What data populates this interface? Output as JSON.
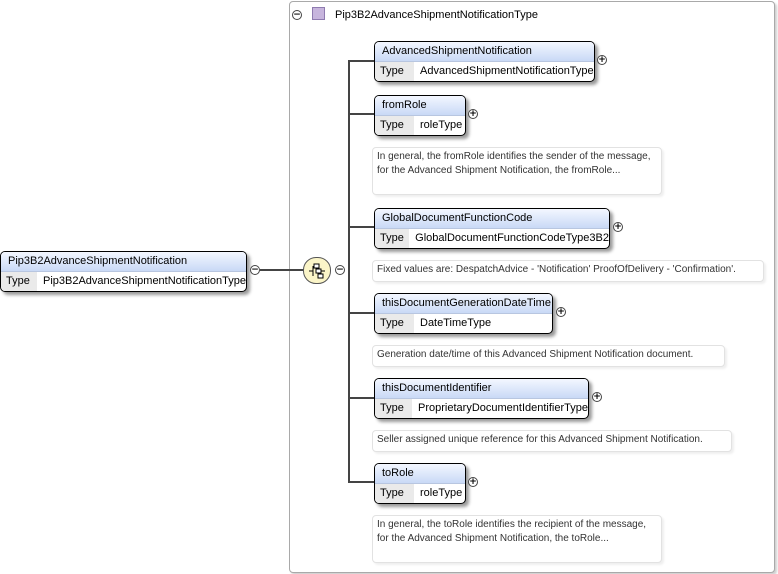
{
  "root": {
    "name": "Pip3B2AdvanceShipmentNotification",
    "type_label": "Type",
    "type_value": "Pip3B2AdvanceShipmentNotificationType"
  },
  "complex_type": {
    "title": "Pip3B2AdvanceShipmentNotificationType"
  },
  "children": [
    {
      "name": "AdvancedShipmentNotification",
      "type_label": "Type",
      "type_value": "AdvancedShipmentNotificationType",
      "note": ""
    },
    {
      "name": "fromRole",
      "type_label": "Type",
      "type_value": "roleType",
      "note": "In general, the fromRole identifies the sender of the message, for the Advanced Shipment Notification, the fromRole..."
    },
    {
      "name": "GlobalDocumentFunctionCode",
      "type_label": "Type",
      "type_value": "GlobalDocumentFunctionCodeType3B2",
      "note": "Fixed values are: DespatchAdvice - 'Notification' ProofOfDelivery - 'Confirmation'."
    },
    {
      "name": "thisDocumentGenerationDateTime",
      "type_label": "Type",
      "type_value": "DateTimeType",
      "note": "Generation date/time of this Advanced Shipment Notification document."
    },
    {
      "name": "thisDocumentIdentifier",
      "type_label": "Type",
      "type_value": "ProprietaryDocumentIdentifierType",
      "note": "Seller assigned unique reference for this Advanced Shipment Notification."
    },
    {
      "name": "toRole",
      "type_label": "Type",
      "type_value": "roleType",
      "note": "In general, the toRole identifies the recipient of the message, for the Advanced Shipment Notification, the toRole..."
    }
  ],
  "icons": {
    "collapse": "minus-circle-icon",
    "expand": "plus-circle-icon",
    "sequence": "sequence-compositor-icon",
    "type": "complex-type-icon"
  },
  "colors": {
    "header_gradient_top": "#f3f7ff",
    "header_gradient_bottom": "#c9d9f6",
    "compositor_fill": "#fbf5c8",
    "type_icon": "#c7b5dd"
  }
}
